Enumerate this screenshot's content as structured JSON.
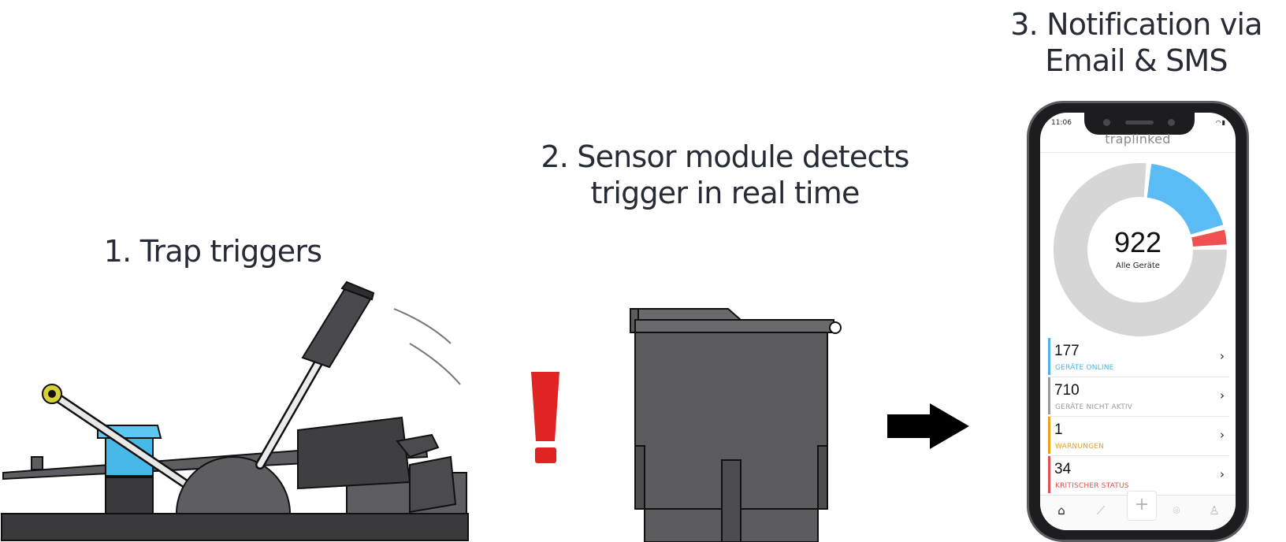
{
  "steps": {
    "step1_title": "1. Trap triggers",
    "step2_title_line1": "2. Sensor module detects",
    "step2_title_line2": "trigger in real time",
    "step3_title_line1": "3. Notification via",
    "step3_title_line2": "Email & SMS"
  },
  "colors": {
    "title_text": "#262b36",
    "alert_red": "#e02424",
    "trap_dark": "#3a3a3d",
    "trap_mid": "#5e5e62",
    "trap_accent_blue": "#47b9e6",
    "sensor_body": "#5c5c5f",
    "arrow": "#000000",
    "donut_grey": "#d6d6d6",
    "donut_blue": "#5bbcf5",
    "donut_red": "#f05050",
    "online_blue": "#4db3e8",
    "inactive_grey": "#9a9a9a",
    "warning_orange": "#e8a21a",
    "critical_red": "#e05050"
  },
  "phone": {
    "time": "11:06",
    "status_icons": "wifi-icon battery-icon",
    "app_logo": "traplinked",
    "total_count": "922",
    "total_label": "Alle Geräte",
    "donut": {
      "segments": [
        {
          "name": "online",
          "value": 177,
          "color": "#5bbcf5"
        },
        {
          "name": "critical",
          "value": 34,
          "color": "#f05050"
        },
        {
          "name": "inactive",
          "value": 710,
          "color": "#d6d6d6"
        }
      ]
    },
    "rows": [
      {
        "count": "177",
        "label": "GERÄTE ONLINE",
        "color": "#4db3e8"
      },
      {
        "count": "710",
        "label": "GERÄTE NICHT AKTIV",
        "color": "#9a9a9a"
      },
      {
        "count": "1",
        "label": "WARNUNGEN",
        "color": "#e8a21a"
      },
      {
        "count": "34",
        "label": "KRITISCHER STATUS",
        "color": "#e05050"
      }
    ],
    "tabs": [
      "home-icon",
      "stats-icon",
      "add-icon",
      "map-pin-icon",
      "profile-icon"
    ]
  }
}
